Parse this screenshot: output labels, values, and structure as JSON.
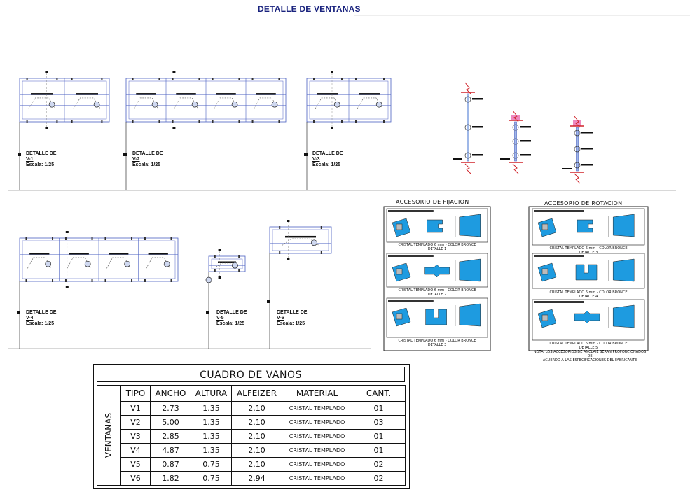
{
  "title": "DETALLE DE VENTANAS",
  "details": [
    {
      "id": "v1",
      "line1": "DETALLE DE",
      "line2": "V-1",
      "scale": "Escala: 1/25"
    },
    {
      "id": "v2",
      "line1": "DETALLE DE",
      "line2": "V-2",
      "scale": "Escala: 1/25"
    },
    {
      "id": "v3",
      "line1": "DETALLE DE",
      "line2": "V-3",
      "scale": "Escala: 1/25"
    },
    {
      "id": "v4",
      "line1": "DETALLE DE",
      "line2": "V-4",
      "scale": "Escala: 1/25"
    },
    {
      "id": "v5",
      "line1": "DETALLE DE",
      "line2": "V-5",
      "scale": "Escala: 1/25"
    },
    {
      "id": "v6",
      "line1": "DETALLE DE",
      "line2": "V-6",
      "scale": "Escala: 1/25"
    }
  ],
  "accessories": {
    "fixation": {
      "title": "ACCESORIO  DE  FIJACION",
      "captions": [
        {
          "line1": "CRISTAL TEMPLADO 6 mm  -  COLOR BRONCE",
          "line2": "DETALLE 1"
        },
        {
          "line1": "CRISTAL TEMPLADO 6 mm  -  COLOR BRONCE",
          "line2": "DETALLE 2"
        },
        {
          "line1": "CRISTAL TEMPLADO 6 mm  -  COLOR BRONCE",
          "line2": "DETALLE 3"
        }
      ]
    },
    "rotation": {
      "title": "ACCESORIO  DE  ROTACION",
      "captions": [
        {
          "line1": "CRISTAL TEMPLADO 6 mm  -  COLOR BRONCE",
          "line2": "DETALLE 3"
        },
        {
          "line1": "CRISTAL TEMPLADO 6 mm  -  COLOR BRONCE",
          "line2": "DETALLE 4"
        },
        {
          "line1": "CRISTAL TEMPLADO 6 mm  -  COLOR BRONCE",
          "line2": "DETALLE 5"
        }
      ],
      "note1": "NOTA: LOS ACCESORIOS DE ANCLAJE SERAN PROPORCIONADOS DE",
      "note2": "ACUERDO  A LAS ESPECIFICACIONES DEL FABRICANTE"
    }
  },
  "table": {
    "title": "CUADRO DE VANOS",
    "side_label": "VENTANAS",
    "headers": [
      "TIPO",
      "ANCHO",
      "ALTURA",
      "ALFEIZER",
      "MATERIAL",
      "CANT."
    ],
    "rows": [
      [
        "V1",
        "2.73",
        "1.35",
        "2.10",
        "CRISTAL TEMPLADO",
        "01"
      ],
      [
        "V2",
        "5.00",
        "1.35",
        "2.10",
        "CRISTAL TEMPLADO",
        "03"
      ],
      [
        "V3",
        "2.85",
        "1.35",
        "2.10",
        "CRISTAL TEMPLADO",
        "01"
      ],
      [
        "V4",
        "4.87",
        "1.35",
        "2.10",
        "CRISTAL TEMPLADO",
        "01"
      ],
      [
        "V5",
        "0.87",
        "0.75",
        "2.10",
        "CRISTAL TEMPLADO",
        "02"
      ],
      [
        "V6",
        "1.82",
        "0.75",
        "2.94",
        "CRISTAL TEMPLADO",
        "02"
      ]
    ]
  },
  "colors": {
    "glass": "#1e9be0",
    "frame": "#4a5fc1",
    "accent_red": "#d0232a",
    "accent_pink": "#e86bb0"
  }
}
